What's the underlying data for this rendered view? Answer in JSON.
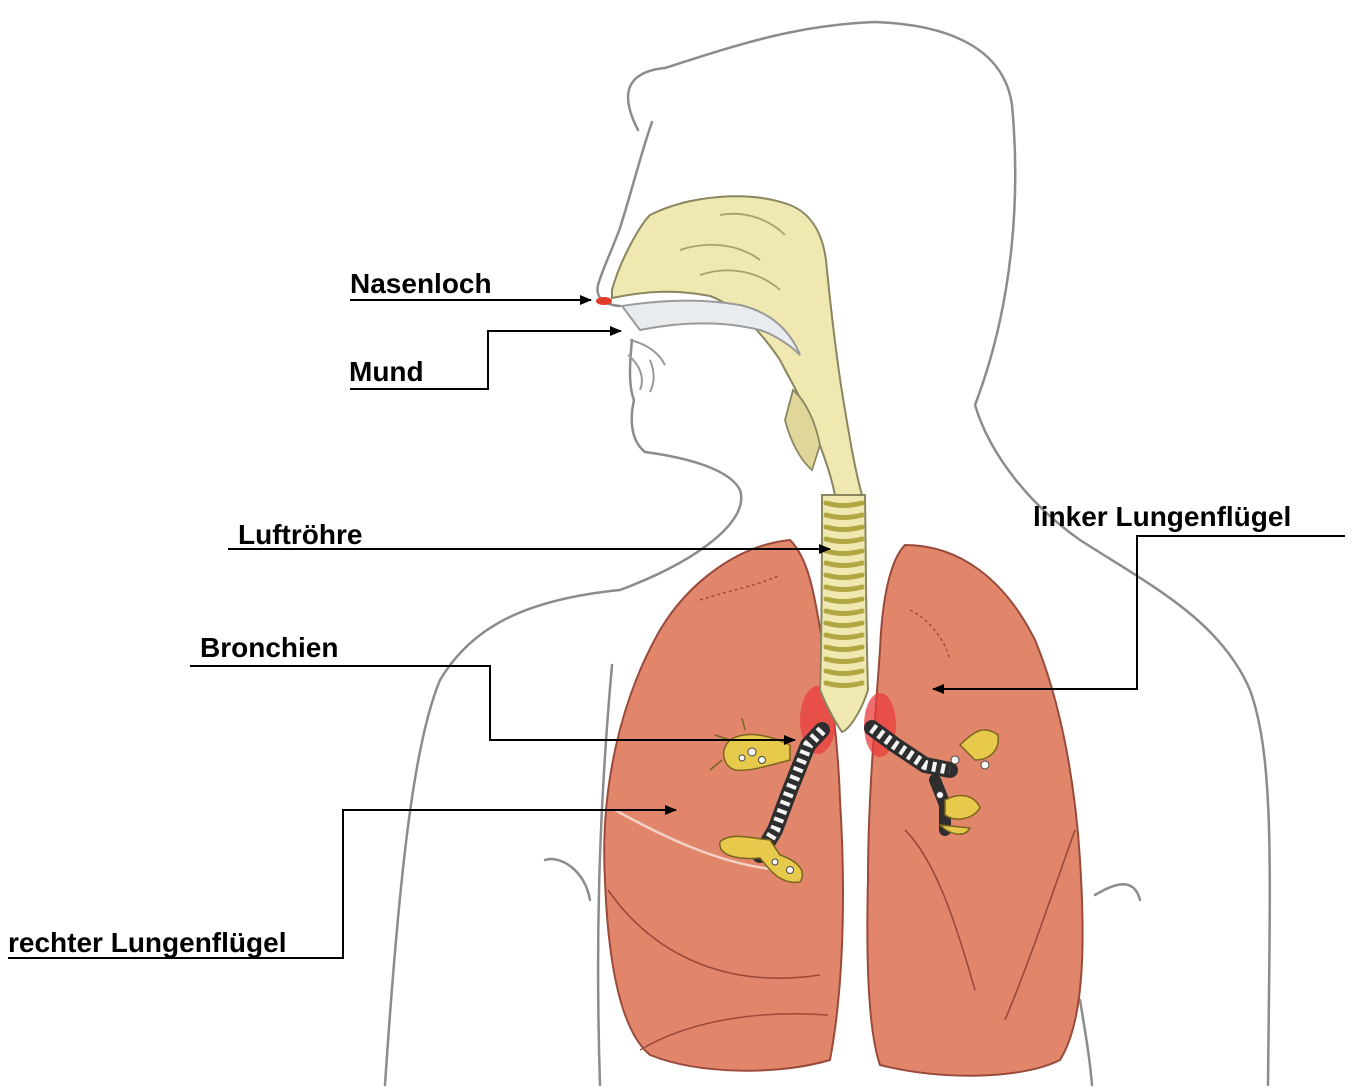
{
  "labels": {
    "nasenloch": "Nasenloch",
    "mund": "Mund",
    "luftroehre": "Luftröhre",
    "bronchien": "Bronchien",
    "linker_lungenfluegel": "linker Lungenflügel",
    "rechter_lungenfluegel": "rechter Lungenflügel"
  },
  "colors": {
    "outline": "#8c8c8c",
    "lung_fill": "#e2866b",
    "lung_stroke": "#9a4a3a",
    "airway_fill": "#efe8b0",
    "cartilage": "#c8bc50",
    "bronchi_yellow": "#e7c94b",
    "nostril_red": "#e23b2a",
    "hilum_red": "#ea3d3d",
    "leader_line": "#000000"
  }
}
